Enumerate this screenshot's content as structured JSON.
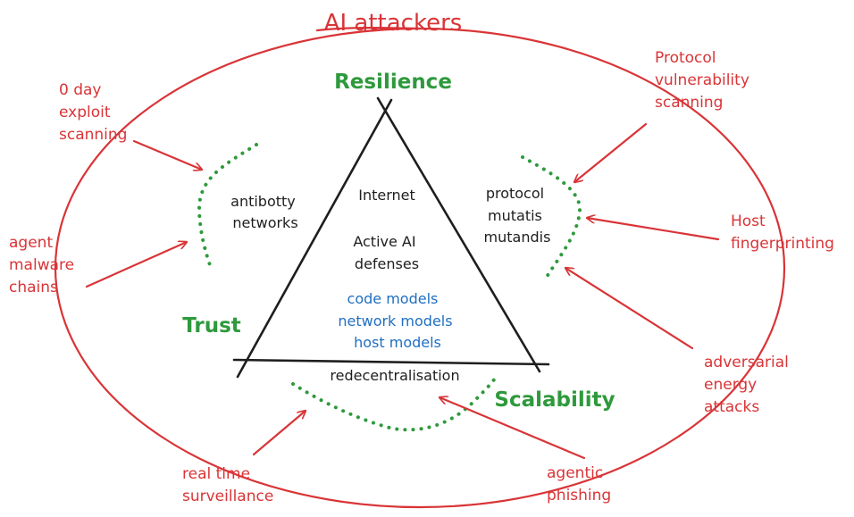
{
  "title": "AI attackers",
  "pillars": {
    "resilience": "Resilience",
    "trust": "Trust",
    "scalability": "Scalability"
  },
  "triangle": {
    "top": "Internet",
    "middle": [
      "Active AI",
      "defenses"
    ],
    "models": [
      "code models",
      "network models",
      "host models"
    ]
  },
  "defenses": {
    "left": [
      "antibotty",
      "networks"
    ],
    "right": [
      "protocol",
      "mutatis",
      "mutandis"
    ],
    "bottom": "redecentralisation"
  },
  "attacks": {
    "zero_day": [
      "0 day",
      "exploit",
      "scanning"
    ],
    "agent_malware": [
      "agent",
      "malware",
      "chains"
    ],
    "protocol_scan": [
      "Protocol",
      "vulnerability",
      "scanning"
    ],
    "host_fp": [
      "Host",
      "fingerprinting"
    ],
    "adversarial": [
      "adversarial",
      "energy",
      "attacks"
    ],
    "surveillance": [
      "real time",
      "surveillance"
    ],
    "phishing": [
      "agentic",
      "phishing"
    ]
  },
  "colors": {
    "attack": "#d93437",
    "pillar": "#2e9a3c",
    "models": "#1f6fc2",
    "text": "#1e1e1e"
  }
}
